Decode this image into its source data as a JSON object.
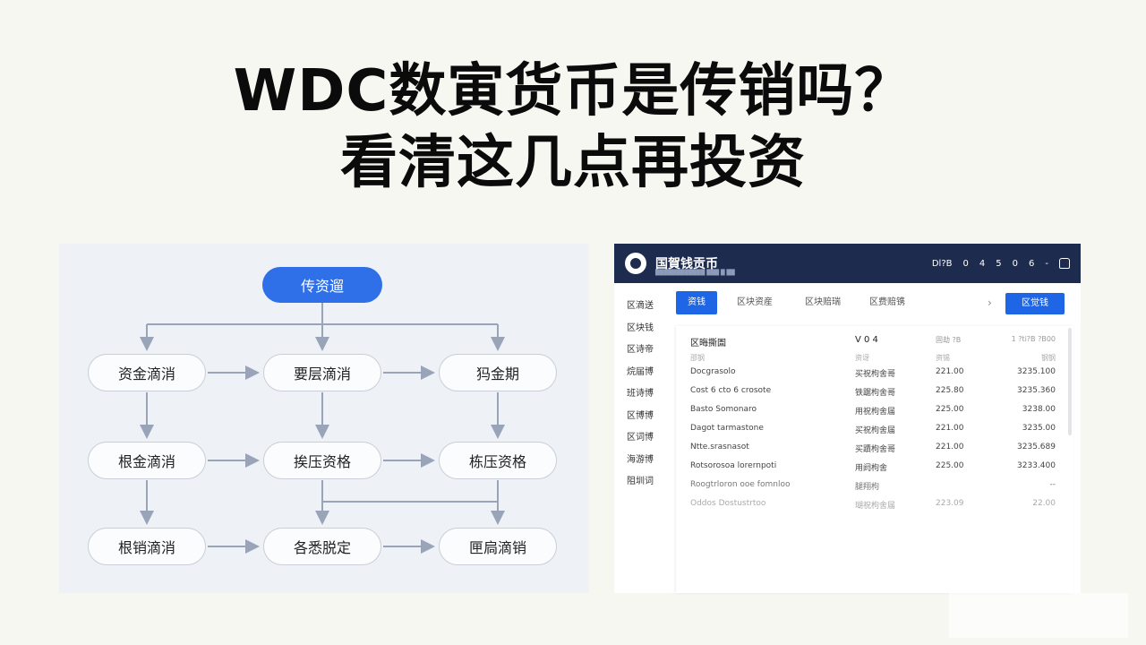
{
  "title": {
    "line1": "WDC数寅货币是传销吗？",
    "line2": "看清这几点再投资"
  },
  "flow": {
    "top_node": "传资遛",
    "nodes": [
      "资金滴消",
      "要层滴消",
      "犸金期",
      "根金滴消",
      "挨压资格",
      "栋压资格",
      "根销滴消",
      "各悉脱定",
      "匣扃滴销"
    ]
  },
  "app": {
    "title": "国賀钱贡币",
    "subtitle": "████████████ ███ █ ██",
    "header_right": [
      "Dl?B",
      "0",
      "4",
      "5",
      "0",
      "6",
      "-"
    ],
    "sidebar": [
      "区滴送",
      "区块钱",
      "区诗帝",
      "烷届博",
      "班诗博",
      "区博博",
      "区词博",
      "海游博",
      "阻圳词"
    ],
    "tabs": [
      "资钱",
      "区块资産",
      "区块赔瑞",
      "区费赔镌"
    ],
    "tab_button": "区觉钱",
    "table": {
      "header": [
        "区晦撕圄",
        "V 0 4",
        "固劫 ?B",
        "1 ?ti?B ?B00"
      ],
      "subheader": [
        "邵钢",
        "资讶",
        "资锡",
        "钢钢"
      ],
      "rows": [
        [
          "Docgrasolo",
          "买祝枸舍哥",
          "221.00",
          "3235.100"
        ],
        [
          "Cost 6 cto 6 crosote",
          "铁踞枸舍哥",
          "225.80",
          "3235.360"
        ],
        [
          "Basto Somonaro",
          "用祝枸舍届",
          "225.00",
          "3238.00"
        ],
        [
          "Dagot tarmastone",
          "买祝枸舍届",
          "221.00",
          "3235.00"
        ],
        [
          "Ntte.srasnasot",
          "买蹟枸舍哥",
          "221.00",
          "3235.689"
        ],
        [
          "Rotsorosoa lorernpoti",
          "用阏枸舍",
          "225.00",
          "3233.400"
        ],
        [
          "Roogtrloron ooe fomnloo",
          "腿翔枸",
          "",
          "--"
        ],
        [
          "Oddos Dostustrtoo",
          "瑚祝枸舍届",
          "223.09",
          "22.00"
        ]
      ]
    }
  },
  "colors": {
    "accent": "#1e66e6",
    "header_bg": "#1d2b4f",
    "flow_bg": "#eef1f6",
    "arrow": "#9aa4b8"
  }
}
